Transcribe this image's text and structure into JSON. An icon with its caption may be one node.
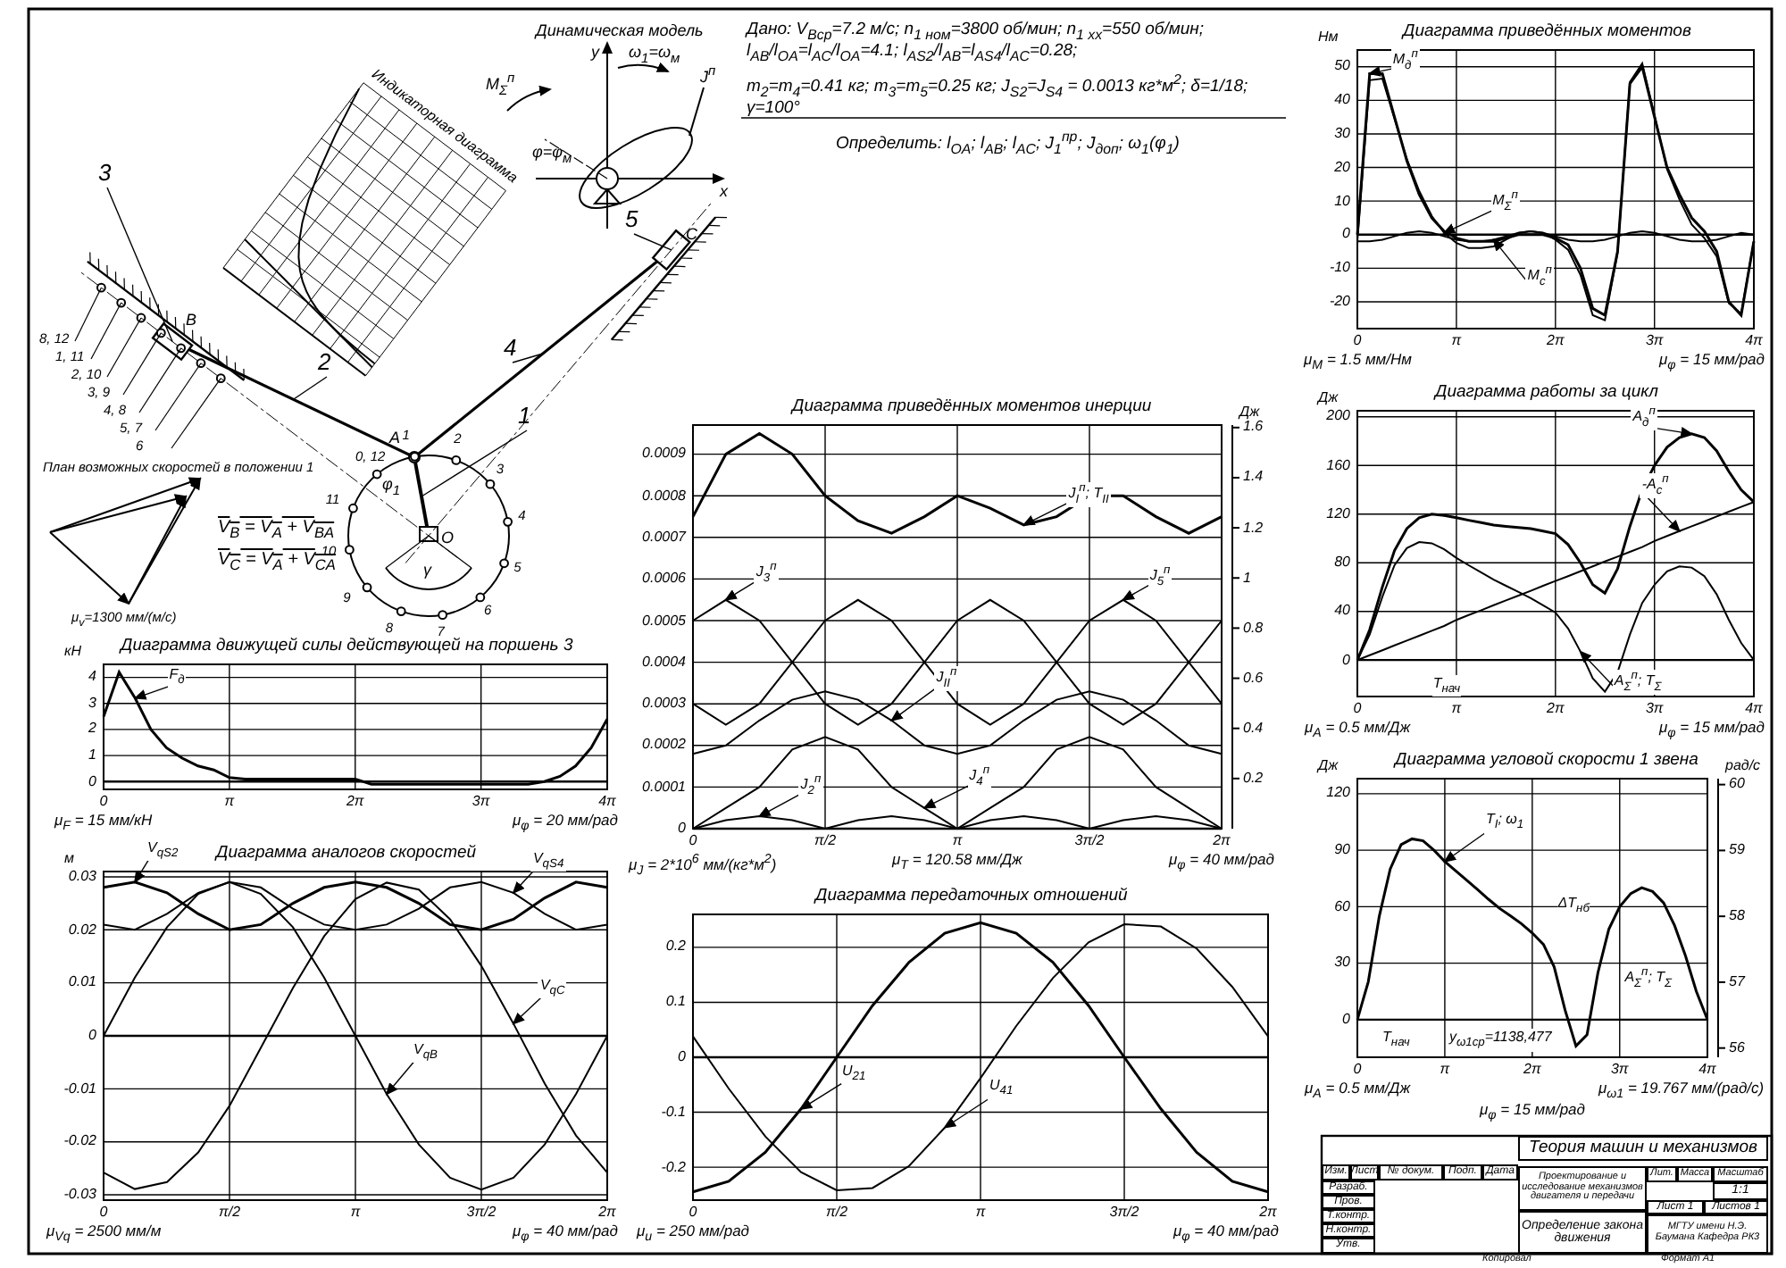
{
  "diagram": {
    "nodes": [
      {
        "text": [
          "J$^{п}$"
        ]
      },
      {
        "text": [],
        "shape": "ellipse"
      }
    ],
    "edges": [
      {
        "from": 0,
        "to": 1,
        "arrow": "none"
      }
    ],
    "labels": [
      "Динамическая модель",
      "y",
      "x",
      "ω$_{1}$=ω$_{м}$",
      "φ=φ$_{м}$",
      "M$_{Σ}$$^{п}$",
      "Дано: V$_{Bср}$=7.2 м/с; n$_{1 ном}$=3800 об/мин; n$_{1 хх}$=550 об/мин; l$_{AB}$/l$_{OA}$=l$_{AC}$/l$_{OA}$=4.1; l$_{AS2}$/l$_{AB}$=l$_{AS4}$/l$_{AC}$=0.28;",
      "m$_{2}$=m$_{4}$=0.41 кг; m$_{3}$=m$_{5}$=0.25 кг; J$_{S2}$=J$_{S4}$ = 0.0013 кг*м$^{2}$; δ=1/18; γ=100°",
      "Определить: l$_{OA}$; l$_{AB}$; l$_{AC}$; J$_{1}$$^{пр}$; J$_{доп}$; ω$_{1}$(φ$_{1}$)",
      "Индикаторная диаграмма",
      "3",
      "B",
      "2",
      "4",
      "5",
      "C",
      "A",
      "1",
      "O",
      "φ$_{1}$",
      "γ",
      "8, 12",
      "1, 11",
      "2, 10",
      "3, 9",
      "4, 8",
      "5, 7",
      "6",
      "1",
      "2",
      "3",
      "4",
      "5",
      "6",
      "8",
      "7",
      "9",
      "10",
      "11",
      "0, 12",
      "План возможных скоростей в положении 1",
      "V$_{B}$ = V$_{A}$ + V$_{BA}$",
      "V$_{C}$ = V$_{A}$ + V$_{CA}$",
      "μ$_{v}$=1300 мм/(м/с)",
      "Теория машин и механизмов",
      "Изм.",
      "Лист",
      "№ докум.",
      "Подп.",
      "Дата",
      "Разраб.",
      "Пров.",
      "Проектирование и исследование механизмов двигателя и передачи",
      "Лит.",
      "Масса",
      "Масштаб",
      "1:1",
      "Т.контр.",
      "Лист 1",
      "Листов 1",
      "Н.контр.",
      "Определение закона движения",
      "МГТУ имени Н.Э. Баумана Кафедра РК3",
      "Утв.",
      "Копировал",
      "Формат А1"
    ],
    "chart_data": [
      {
        "type": "line",
        "title": "Диаграмма приведённых моментов",
        "ylabel": "Нм",
        "grid": true,
        "x": [
          0,
          0.39,
          0.79,
          1.18,
          1.57,
          1.96,
          2.36,
          2.75,
          3.14,
          3.53,
          3.93,
          4.32,
          4.71,
          5.11,
          5.5,
          5.89,
          6.28,
          6.68,
          7.07,
          7.46,
          7.85,
          8.25,
          8.64,
          9.03,
          9.42,
          9.82,
          10.21,
          10.6,
          11,
          11.39,
          11.78,
          12.17,
          12.57
        ],
        "xlim": [
          0,
          12.57
        ],
        "ylim": [
          -28,
          55
        ],
        "xticks": [
          {
            "value": 0,
            "label": "0"
          },
          {
            "value": 3.14,
            "label": "π"
          },
          {
            "value": 6.28,
            "label": "2π"
          },
          {
            "value": 9.42,
            "label": "3π"
          },
          {
            "value": 12.57,
            "label": "4π"
          }
        ],
        "yticks": [
          -20,
          -10,
          0,
          10,
          20,
          30,
          40,
          50
        ],
        "series": [
          {
            "name": "M$_{д}$$^{п}$",
            "color": "#000000",
            "values": [
              0,
              48,
              48,
              35,
              22,
              12,
              5,
              1,
              -1,
              -2,
              -2,
              -2,
              -1,
              0,
              0,
              0,
              -1,
              -3,
              -10,
              -22,
              -24,
              -5,
              45,
              50,
              35,
              20,
              12,
              5,
              1,
              -5,
              -20,
              -24,
              -2
            ]
          },
          {
            "name": "M$_{Σ}$$^{п}$",
            "color": "#000000",
            "values": [
              -2,
              46,
              46.5,
              34.5,
              22.5,
              13,
              5.5,
              0.5,
              -2.5,
              -4,
              -4,
              -3.5,
              -1.5,
              0.5,
              1,
              0.5,
              -1.5,
              -4.5,
              -12,
              -24,
              -25.5,
              -5.5,
              45.5,
              51,
              35.5,
              19.5,
              10.5,
              3,
              -1,
              -6.5,
              -20.5,
              -23.5,
              -2
            ]
          },
          {
            "name": "M$_{с}$$^{п}$",
            "color": "#000000",
            "values": [
              -2,
              -2,
              -1.5,
              -0.5,
              0.5,
              1,
              0.5,
              -0.5,
              -1.5,
              -2,
              -2,
              -1.5,
              -0.5,
              0.5,
              1,
              0.5,
              -0.5,
              -1.5,
              -2,
              -2,
              -1.5,
              -0.5,
              0.5,
              1,
              0.5,
              -0.5,
              -1.5,
              -2,
              -2,
              -1.5,
              -0.5,
              0.5,
              0
            ]
          }
        ],
        "annotations": [
          "μ$_{M}$ = 1.5 мм/Нм",
          "μ$_{φ}$ = 15 мм/рад"
        ]
      },
      {
        "type": "line",
        "title": "Диаграмма работы за цикл",
        "ylabel": "Дж",
        "grid": true,
        "x": [
          0,
          0.39,
          0.79,
          1.18,
          1.57,
          1.96,
          2.36,
          2.75,
          3.14,
          3.53,
          3.93,
          4.32,
          4.71,
          5.11,
          5.5,
          5.89,
          6.28,
          6.68,
          7.07,
          7.46,
          7.85,
          8.25,
          8.64,
          9.03,
          9.42,
          9.82,
          10.21,
          10.6,
          11,
          11.39,
          11.78,
          12.17,
          12.57
        ],
        "xlim": [
          0,
          12.57
        ],
        "ylim": [
          -30,
          205
        ],
        "xticks": [
          {
            "value": 0,
            "label": "0"
          },
          {
            "value": 3.14,
            "label": "π"
          },
          {
            "value": 6.28,
            "label": "2π"
          },
          {
            "value": 9.42,
            "label": "3π"
          },
          {
            "value": 12.57,
            "label": "4π"
          }
        ],
        "yticks": [
          0,
          40,
          80,
          120,
          160,
          200
        ],
        "series": [
          {
            "name": "A$_{д}$$^{п}$",
            "color": "#000000",
            "values": [
              0,
              25,
              60,
              90,
              108,
              117,
              120,
              119,
              117,
              115,
              113,
              111,
              110,
              109,
              108,
              106,
              104,
              95,
              80,
              62,
              55,
              75,
              110,
              140,
              160,
              175,
              183,
              186,
              183,
              172,
              155,
              140,
              130
            ]
          },
          {
            "name": "-A$_{с}$$^{п}$",
            "color": "#000000",
            "values": [
              0,
              4,
              8,
              12,
              16,
              20,
              24,
              28,
              33,
              37,
              41,
              45,
              49,
              53,
              57,
              61,
              65,
              69,
              73,
              77,
              81,
              85,
              89,
              93,
              98,
              102,
              106,
              110,
              114,
              118,
              122,
              126,
              130
            ]
          },
          {
            "name": "A$_{Σ}$$^{п}$; T$_{Σ}$",
            "color": "#000000",
            "values": [
              0,
              21,
              52,
              78,
              92,
              97,
              96,
              91,
              84,
              78,
              72,
              66,
              61,
              56,
              51,
              45,
              39,
              26,
              7,
              -15,
              -26,
              -10,
              21,
              47,
              62,
              73,
              77,
              76,
              69,
              54,
              33,
              14,
              0
            ]
          }
        ],
        "annotations": [
          "T$_{нач}$",
          "μ$_{A}$ = 0.5 мм/Дж",
          "μ$_{φ}$ = 15 мм/рад"
        ]
      },
      {
        "type": "line",
        "title": "Диаграмма приведённых моментов инерции",
        "grid": true,
        "x": [
          0,
          0.39,
          0.79,
          1.18,
          1.57,
          1.96,
          2.36,
          2.75,
          3.14,
          3.53,
          3.93,
          4.32,
          4.71,
          5.11,
          5.5,
          5.89,
          6.28
        ],
        "xlim": [
          0,
          6.28
        ],
        "ylim": [
          0,
          0.00097
        ],
        "y2lim": [
          0,
          1.61
        ],
        "y2label": "Дж",
        "xticks": [
          {
            "value": 0,
            "label": "0"
          },
          {
            "value": 1.57,
            "label": "π/2"
          },
          {
            "value": 3.14,
            "label": "π"
          },
          {
            "value": 4.71,
            "label": "3π/2"
          },
          {
            "value": 6.28,
            "label": "2π"
          }
        ],
        "yticks": [
          0,
          0.0001,
          0.0002,
          0.0003,
          0.0004,
          0.0005,
          0.0006,
          0.0007,
          0.0008,
          0.0009
        ],
        "y2ticks": [
          0.2,
          0.4,
          0.6,
          0.8,
          1,
          1.2,
          1.4,
          1.6
        ],
        "series": [
          {
            "name": "J$_{I}$$^{п}$; T$_{II}$",
            "color": "#000000",
            "values": [
              0.00075,
              0.0009,
              0.00095,
              0.0009,
              0.0008,
              0.00074,
              0.00071,
              0.00075,
              0.0008,
              0.00077,
              0.00073,
              0.00075,
              0.0008,
              0.0008,
              0.00075,
              0.00071,
              0.00075
            ]
          },
          {
            "name": "J$_{3}$$^{п}$",
            "color": "#000000",
            "values": [
              0.0005,
              0.00055,
              0.0005,
              0.0004,
              0.0003,
              0.00025,
              0.0003,
              0.0004,
              0.0005,
              0.00055,
              0.0005,
              0.0004,
              0.0003,
              0.00025,
              0.0003,
              0.0004,
              0.0005
            ]
          },
          {
            "name": "J$_{5}$$^{п}$",
            "color": "#000000",
            "values": [
              0.0003,
              0.00025,
              0.0003,
              0.0004,
              0.0005,
              0.00055,
              0.0005,
              0.0004,
              0.0003,
              0.00025,
              0.0003,
              0.0004,
              0.0005,
              0.00055,
              0.0005,
              0.0004,
              0.0003
            ]
          },
          {
            "name": "J$_{II}$$^{п}$",
            "color": "#000000",
            "values": [
              0.00018,
              0.0002,
              0.00026,
              0.00031,
              0.00033,
              0.00031,
              0.00026,
              0.0002,
              0.00018,
              0.0002,
              0.00026,
              0.00031,
              0.00033,
              0.00031,
              0.00026,
              0.0002,
              0.00018
            ]
          },
          {
            "name": "J$_{4}$$^{п}$",
            "color": "#000000",
            "values": [
              0,
              5e-05,
              0.0001,
              0.00019,
              0.00022,
              0.00019,
              0.0001,
              5e-05,
              0,
              5e-05,
              0.0001,
              0.00019,
              0.00022,
              0.00019,
              0.0001,
              5e-05,
              0
            ]
          },
          {
            "name": "J$_{2}$$^{п}$",
            "color": "#000000",
            "values": [
              0,
              2e-05,
              3e-05,
              2e-05,
              0,
              2e-05,
              3e-05,
              2e-05,
              0,
              2e-05,
              3e-05,
              2e-05,
              0,
              2e-05,
              3e-05,
              2e-05,
              0
            ]
          }
        ],
        "annotations": [
          "μ$_{J}$ = 2*10$^{6}$ мм/(кг*м$^{2}$)",
          "μ$_{T}$ = 120.58 мм/Дж",
          "μ$_{φ}$ = 40 мм/рад"
        ]
      },
      {
        "type": "line",
        "title": "Диаграмма движущей силы действующей на поршень 3",
        "ylabel": "кН",
        "grid": true,
        "x": [
          0,
          0.39,
          0.79,
          1.18,
          1.57,
          1.96,
          2.36,
          2.75,
          3.14,
          3.53,
          3.93,
          4.32,
          4.71,
          5.11,
          5.5,
          5.89,
          6.28,
          6.68,
          7.07,
          7.46,
          7.85,
          8.25,
          8.64,
          9.03,
          9.42,
          9.82,
          10.21,
          10.6,
          11,
          11.39,
          11.78,
          12.17,
          12.57
        ],
        "xlim": [
          0,
          12.57
        ],
        "ylim": [
          -0.3,
          4.5
        ],
        "xticks": [
          {
            "value": 0,
            "label": "0"
          },
          {
            "value": 3.14,
            "label": "π"
          },
          {
            "value": 6.28,
            "label": "2π"
          },
          {
            "value": 9.42,
            "label": "3π"
          },
          {
            "value": 12.57,
            "label": "4π"
          }
        ],
        "yticks": [
          0,
          1,
          2,
          3,
          4
        ],
        "series": [
          {
            "name": "F$_{д}$",
            "color": "#000000",
            "values": [
              2.5,
              4.2,
              3.2,
              2.0,
              1.3,
              0.9,
              0.6,
              0.45,
              0.15,
              0.1,
              0.1,
              0.1,
              0.1,
              0.1,
              0.1,
              0.1,
              0.1,
              -0.1,
              -0.1,
              -0.1,
              -0.1,
              -0.1,
              -0.1,
              -0.1,
              -0.1,
              -0.1,
              -0.1,
              -0.1,
              0,
              0.2,
              0.6,
              1.3,
              2.4
            ]
          }
        ],
        "annotations": [
          "μ$_{F}$ = 15 мм/кН",
          "μ$_{φ}$ = 20 мм/рад"
        ]
      },
      {
        "type": "line",
        "title": "Диаграмма угловой скорости 1 звена",
        "ylabel": "Дж",
        "grid": true,
        "x": [
          0,
          0.39,
          0.79,
          1.18,
          1.57,
          1.96,
          2.36,
          2.75,
          3.14,
          3.53,
          3.93,
          4.32,
          4.71,
          5.11,
          5.5,
          5.89,
          6.28,
          6.68,
          7.07,
          7.46,
          7.85,
          8.25,
          8.64,
          9.03,
          9.42,
          9.82,
          10.21,
          10.6,
          11,
          11.39,
          11.78,
          12.17,
          12.57
        ],
        "xlim": [
          0,
          12.57
        ],
        "ylim": [
          -20,
          128
        ],
        "y2lim": [
          55.86,
          60.09
        ],
        "y2label": "рад/с",
        "xticks": [
          {
            "value": 0,
            "label": "0"
          },
          {
            "value": 3.14,
            "label": "π"
          },
          {
            "value": 6.28,
            "label": "2π"
          },
          {
            "value": 9.42,
            "label": "3π"
          },
          {
            "value": 12.57,
            "label": "4π"
          }
        ],
        "yticks": [
          0,
          30,
          60,
          90,
          120
        ],
        "y2ticks": [
          56,
          57,
          58,
          59,
          60
        ],
        "series": [
          {
            "name": "T$_{I}$; ω$_{1}$",
            "color": "#000000",
            "values": [
              0,
              20,
              55,
              80,
              93,
              96,
              95,
              90,
              84,
              79,
              74,
              69,
              64,
              59,
              55,
              51,
              46,
              40,
              28,
              5,
              -14,
              -8,
              25,
              48,
              60,
              67,
              70,
              68,
              62,
              50,
              34,
              15,
              0
            ]
          }
        ],
        "annotations": [
          "ΔT$_{нб}$",
          "A$_{Σ}$$^{п}$; T$_{Σ}$",
          "T$_{нач}$",
          "y$_{ω1ср}$=1138,477",
          "μ$_{A}$ = 0.5 мм/Дж",
          "μ$_{ω1}$ = 19.767 мм/(рад/с)",
          "μ$_{φ}$ = 15 мм/рад"
        ]
      },
      {
        "type": "line",
        "title": "Диаграмма аналогов скоростей",
        "ylabel": "м",
        "grid": true,
        "x": [
          0,
          0.39,
          0.79,
          1.18,
          1.57,
          1.96,
          2.36,
          2.75,
          3.14,
          3.53,
          3.93,
          4.32,
          4.71,
          5.11,
          5.5,
          5.89,
          6.28
        ],
        "xlim": [
          0,
          6.28
        ],
        "ylim": [
          -0.031,
          0.031
        ],
        "xticks": [
          {
            "value": 0,
            "label": "0"
          },
          {
            "value": 1.57,
            "label": "π/2"
          },
          {
            "value": 3.14,
            "label": "π"
          },
          {
            "value": 4.71,
            "label": "3π/2"
          },
          {
            "value": 6.28,
            "label": "2π"
          }
        ],
        "yticks": [
          -0.03,
          -0.02,
          -0.01,
          0,
          0.01,
          0.02,
          0.03
        ],
        "series": [
          {
            "name": "V$_{qS2}$",
            "color": "#000000",
            "values": [
              0.028,
              0.029,
              0.027,
              0.023,
              0.02,
              0.021,
              0.025,
              0.028,
              0.029,
              0.028,
              0.025,
              0.021,
              0.02,
              0.022,
              0.026,
              0.029,
              0.028
            ]
          },
          {
            "name": "V$_{qS4}$",
            "color": "#000000",
            "values": [
              0.021,
              0.02,
              0.023,
              0.027,
              0.029,
              0.028,
              0.024,
              0.021,
              0.02,
              0.021,
              0.024,
              0.028,
              0.029,
              0.027,
              0.023,
              0.02,
              0.021
            ]
          },
          {
            "name": "V$_{qB}$",
            "color": "#000000",
            "values": [
              0,
              0.011,
              0.0205,
              0.0268,
              0.029,
              0.0268,
              0.0205,
              0.011,
              0,
              -0.011,
              -0.0205,
              -0.0268,
              -0.029,
              -0.0268,
              -0.0205,
              -0.011,
              0
            ]
          },
          {
            "name": "V$_{qC}$",
            "color": "#000000",
            "values": [
              -0.0258,
              -0.0289,
              -0.0276,
              -0.022,
              -0.0132,
              -0.0023,
              0.009,
              0.0188,
              0.0258,
              0.0289,
              0.0276,
              0.022,
              0.0132,
              0.0023,
              -0.009,
              -0.0188,
              -0.0258
            ]
          }
        ],
        "annotations": [
          "μ$_{Vq}$ = 2500 мм/м",
          "μ$_{φ}$ = 40 мм/рад"
        ]
      },
      {
        "type": "line",
        "title": "Диаграмма передаточных отношений",
        "grid": true,
        "x": [
          0,
          0.39,
          0.79,
          1.18,
          1.57,
          1.96,
          2.36,
          2.75,
          3.14,
          3.53,
          3.93,
          4.32,
          4.71,
          5.11,
          5.5,
          5.89,
          6.28
        ],
        "xlim": [
          0,
          6.28
        ],
        "ylim": [
          -0.26,
          0.26
        ],
        "xticks": [
          {
            "value": 0,
            "label": "0"
          },
          {
            "value": 1.57,
            "label": "π/2"
          },
          {
            "value": 3.14,
            "label": "π"
          },
          {
            "value": 4.71,
            "label": "3π/2"
          },
          {
            "value": 6.28,
            "label": "2π"
          }
        ],
        "yticks": [
          -0.2,
          -0.1,
          0,
          0.1,
          0.2
        ],
        "series": [
          {
            "name": "U$_{21}$",
            "color": "#000000",
            "values": [
              -0.245,
              -0.226,
              -0.173,
              -0.094,
              0,
              0.094,
              0.173,
              0.226,
              0.245,
              0.226,
              0.173,
              0.094,
              0,
              -0.094,
              -0.173,
              -0.226,
              -0.245
            ]
          },
          {
            "name": "U$_{41}$",
            "color": "#000000",
            "values": [
              0.038,
              -0.057,
              -0.144,
              -0.209,
              -0.242,
              -0.238,
              -0.198,
              -0.128,
              -0.038,
              0.057,
              0.144,
              0.209,
              0.242,
              0.238,
              0.198,
              0.128,
              0.038
            ]
          }
        ],
        "annotations": [
          "μ$_{u}$ = 250 мм/рад",
          "μ$_{φ}$ = 40 мм/рад"
        ]
      }
    ]
  }
}
